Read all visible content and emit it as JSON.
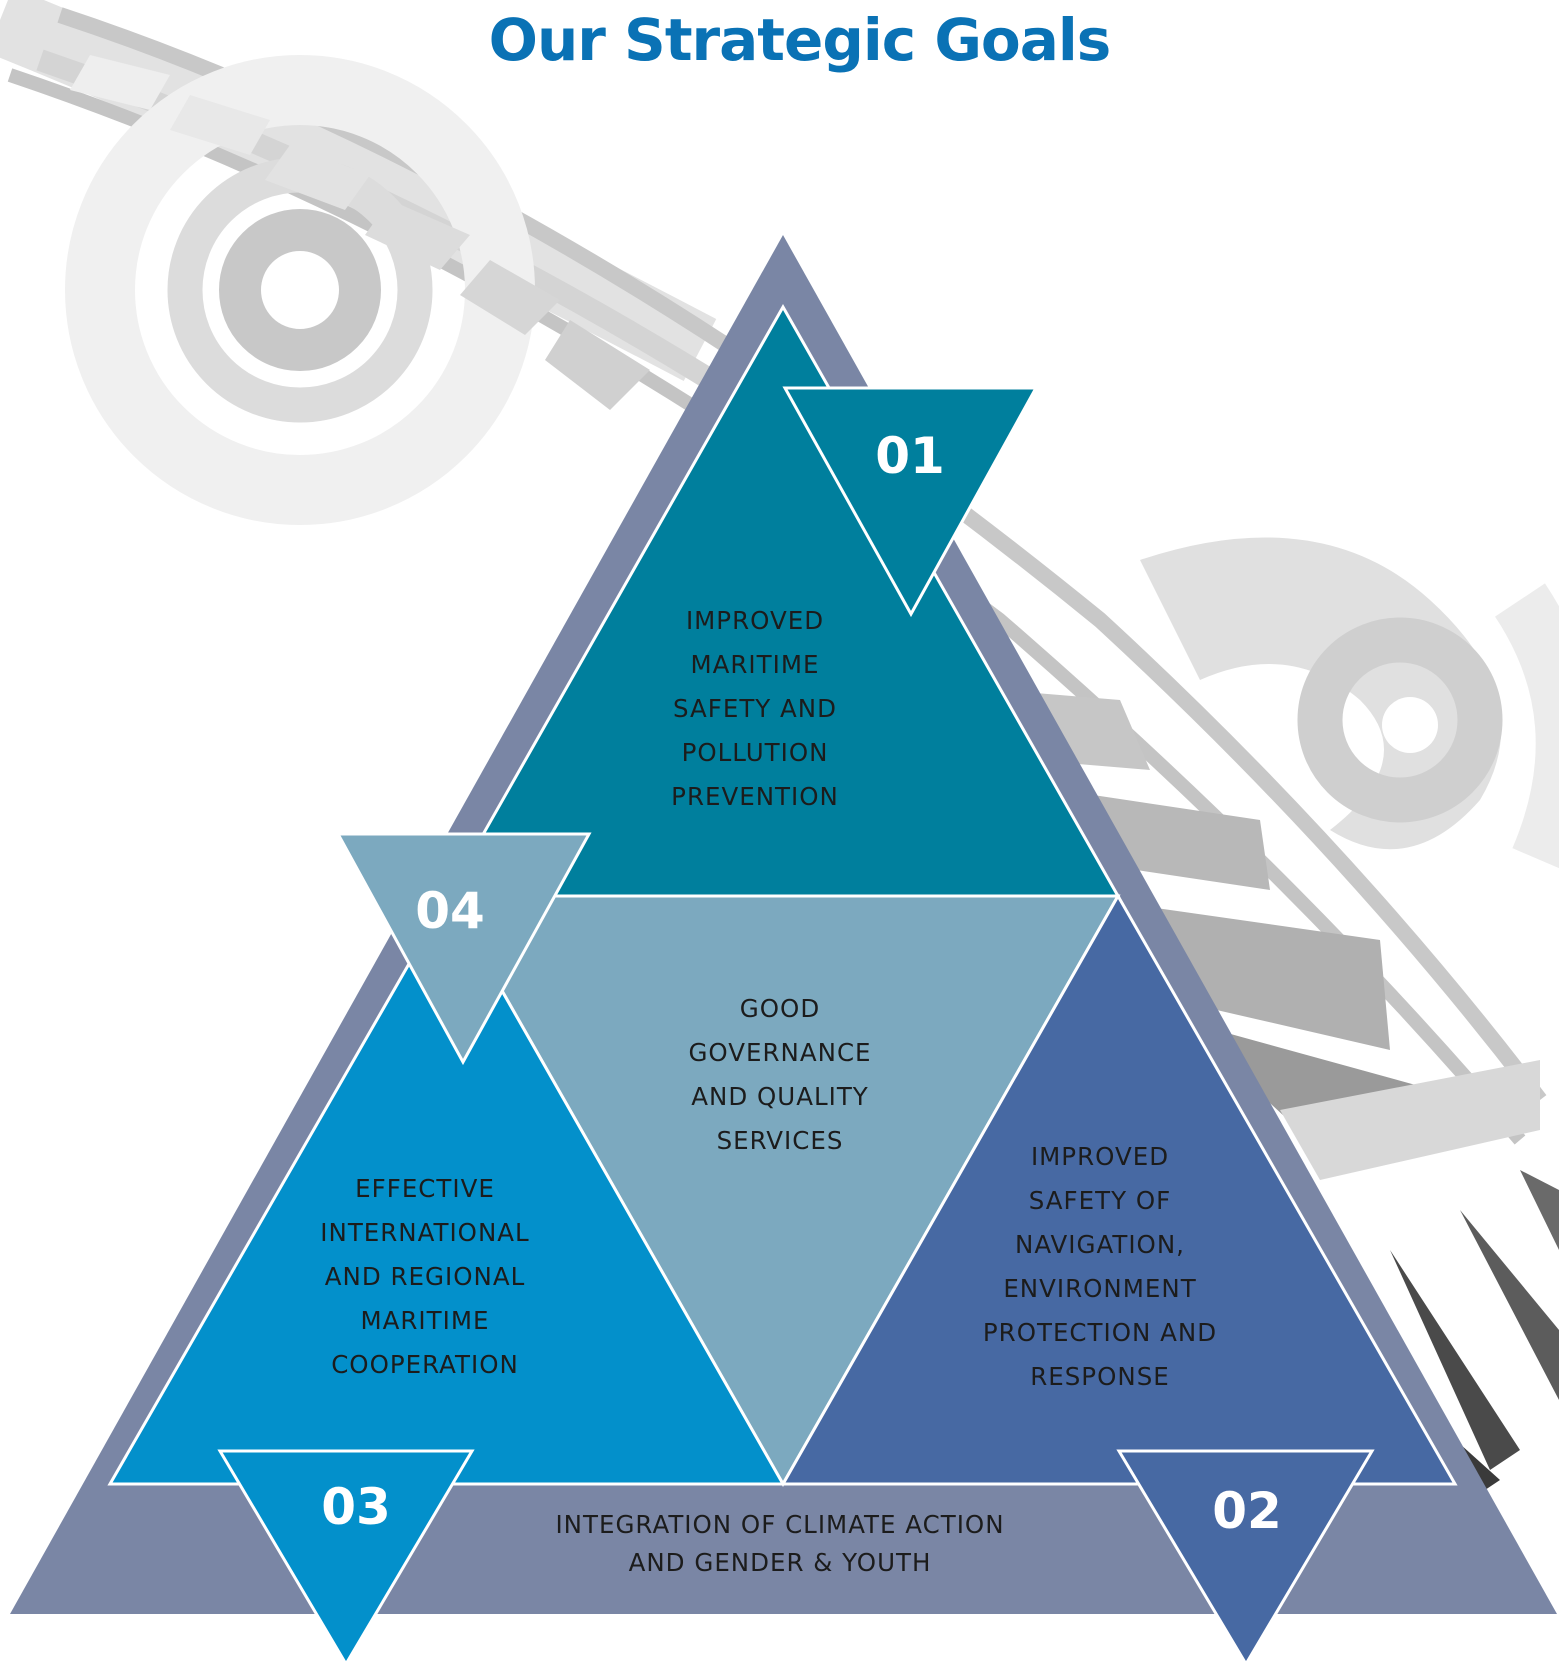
{
  "title": "Our Strategic Goals",
  "goals": [
    {
      "number": "01",
      "lines": [
        "IMPROVED",
        "MARITIME",
        "SAFETY AND",
        "POLLUTION",
        "PREVENTION"
      ],
      "color": "#007f9d"
    },
    {
      "number": "02",
      "lines": [
        "IMPROVED",
        "SAFETY OF",
        "NAVIGATION,",
        "ENVIRONMENT",
        "PROTECTION AND",
        "RESPONSE"
      ],
      "color": "#4769a3"
    },
    {
      "number": "03",
      "lines": [
        "EFFECTIVE",
        "INTERNATIONAL",
        "AND REGIONAL",
        "MARITIME",
        "COOPERATION"
      ],
      "color": "#0390cb"
    },
    {
      "number": "04",
      "lines": [
        "GOOD",
        "GOVERNANCE",
        "AND QUALITY",
        "SERVICES"
      ],
      "color": "#7ca9bf"
    }
  ],
  "foundation": {
    "lines": [
      "INTEGRATION OF CLIMATE ACTION",
      "AND GENDER & YOUTH"
    ],
    "color": "#7a86a5"
  }
}
